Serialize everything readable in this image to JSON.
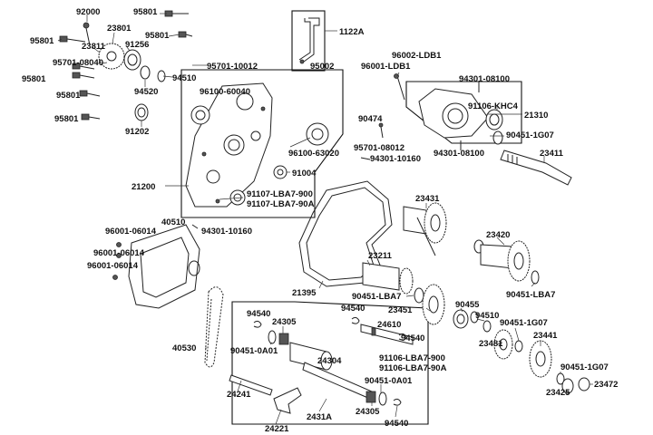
{
  "labels": {
    "l92000": "92000",
    "l95801a": "95801",
    "l23801": "23801",
    "l23811": "23811",
    "l95801b": "95801",
    "l91256": "91256",
    "l95801c": "95801",
    "l95701_08040": "95701-08040",
    "l95801d": "95801",
    "l94520": "94520",
    "l94510a": "94510",
    "l95701_10012": "95701-10012",
    "l95801e": "95801",
    "l95801f": "95801",
    "l91202": "91202",
    "l1122A": "1122A",
    "l95002": "95002",
    "l96002_LDB1": "96002-LDB1",
    "l96001_LDB1": "96001-LDB1",
    "l94301_08100a": "94301-08100",
    "l91106_KHC4": "91106-KHC4",
    "l21310": "21310",
    "l96100_60040": "96100-60040",
    "l90474": "90474",
    "l95701_08012": "95701-08012",
    "l94301_08100b": "94301-08100",
    "l90451_1G07a": "90451-1G07",
    "l96100_63020": "96100-63020",
    "l23411": "23411",
    "l94301_10160a": "94301-10160",
    "l91004": "91004",
    "l21200": "21200",
    "l91107_LBA7_900": "91107-LBA7-900",
    "l91107_LBA7_90A": "91107-LBA7-90A",
    "l23431": "23431",
    "l40510": "40510",
    "l96001_06014a": "96001-06014",
    "l94301_10160b": "94301-10160",
    "l96001_06014b": "96001-06014",
    "l96001_06014c": "96001-06014",
    "l23420": "23420",
    "l23211": "23211",
    "l21395": "21395",
    "l90451_LBA7a": "90451-LBA7",
    "l90451_LBA7b": "90451-LBA7",
    "l94540a": "94540",
    "l94540b": "94540",
    "l24305a": "24305",
    "l23451": "23451",
    "l90455": "90455",
    "l94510b": "94510",
    "l90451_1G07b": "90451-1G07",
    "l24610": "24610",
    "l23481": "23481",
    "l40530": "40530",
    "l90451_0A01a": "90451-0A01",
    "l94540c": "94540",
    "l23441": "23441",
    "l91106_LBA7_900": "91106-LBA7-900",
    "l91106_LBA7_90A": "91106-LBA7-90A",
    "l24304": "24304",
    "l90451_0A01b": "90451-0A01",
    "l90451_1G07c": "90451-1G07",
    "l24241": "24241",
    "l23425": "23425",
    "l23472": "23472",
    "l24305b": "24305",
    "l2431A": "2431A",
    "l94540d": "94540",
    "l24221": "24221"
  }
}
